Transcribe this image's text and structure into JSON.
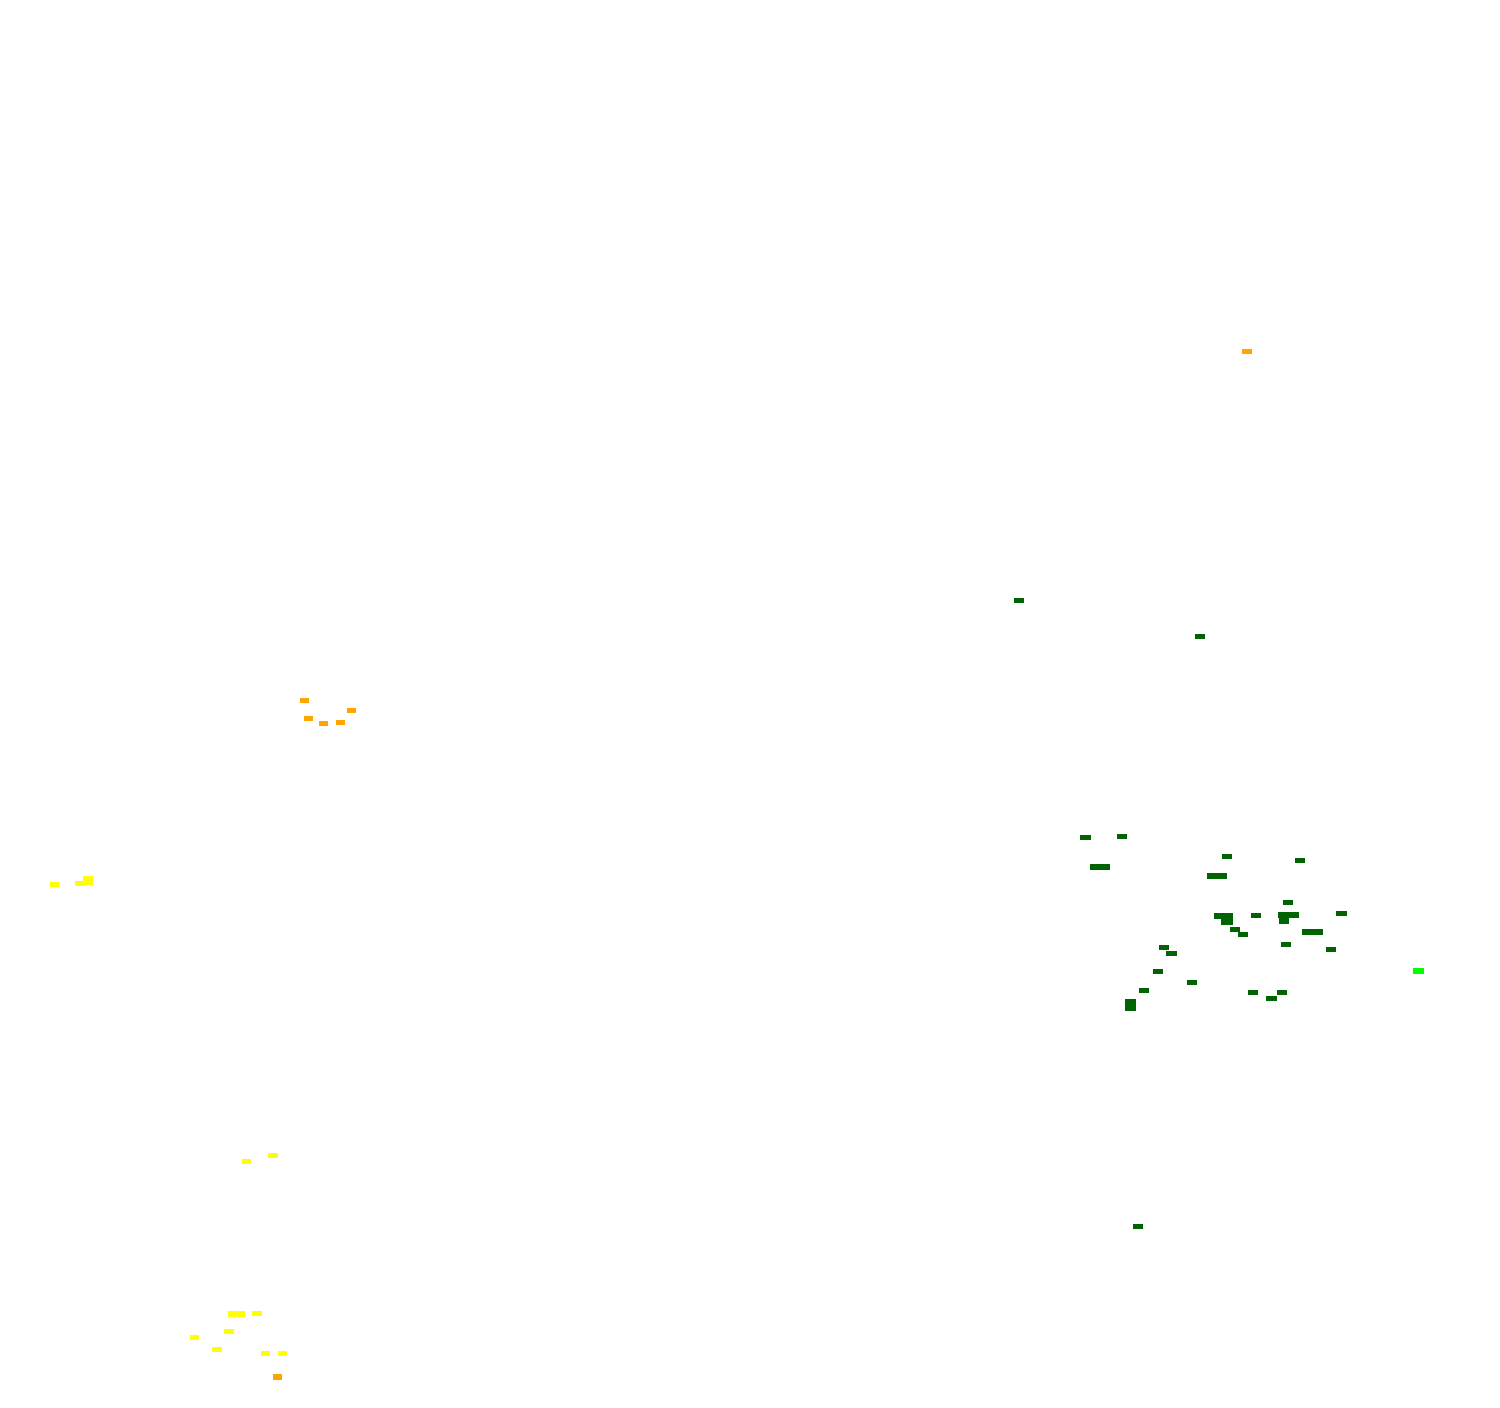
{
  "map": {
    "background": "#ffffff",
    "categories": [
      {
        "key": "dark-green",
        "color": "#006400"
      },
      {
        "key": "bright-green",
        "color": "#00ff00"
      },
      {
        "key": "yellow",
        "color": "#ffff00"
      },
      {
        "key": "orange",
        "color": "#ffa500"
      }
    ]
  }
}
